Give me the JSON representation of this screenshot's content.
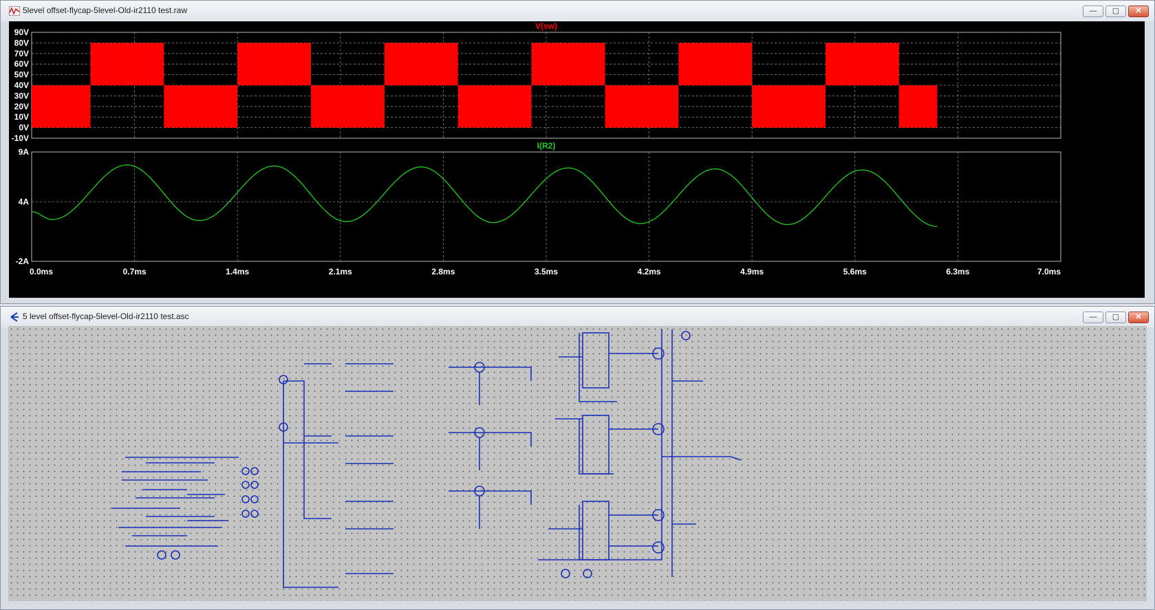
{
  "waveform_window": {
    "title": "5level offset-flycap-5level-Old-ir2110 test.raw",
    "buttons": {
      "minimize": "—",
      "maximize": "▢",
      "close": "✕"
    }
  },
  "schematic_window": {
    "title": "5 level offset-flycap-5level-Old-ir2110 test.asc",
    "buttons": {
      "minimize": "—",
      "maximize": "▢",
      "close": "✕"
    }
  },
  "chart_data": [
    {
      "type": "area",
      "title": "V(sw)",
      "color": "#ff0000",
      "y_ticks": [
        "90V",
        "80V",
        "70V",
        "60V",
        "50V",
        "40V",
        "30V",
        "20V",
        "10V",
        "0V",
        "-10V"
      ],
      "ylim": [
        -10,
        90
      ],
      "xlim": [
        0,
        7.0
      ],
      "x_unit": "ms",
      "grid": true,
      "segments": [
        {
          "start": 0.0,
          "end": 0.4,
          "low": 0,
          "high": 40
        },
        {
          "start": 0.4,
          "end": 0.9,
          "low": 40,
          "high": 80
        },
        {
          "start": 0.9,
          "end": 1.4,
          "low": 0,
          "high": 40
        },
        {
          "start": 1.4,
          "end": 1.9,
          "low": 40,
          "high": 80
        },
        {
          "start": 1.9,
          "end": 2.4,
          "low": 0,
          "high": 40
        },
        {
          "start": 2.4,
          "end": 2.9,
          "low": 40,
          "high": 80
        },
        {
          "start": 2.9,
          "end": 3.4,
          "low": 0,
          "high": 40
        },
        {
          "start": 3.4,
          "end": 3.9,
          "low": 40,
          "high": 80
        },
        {
          "start": 3.9,
          "end": 4.4,
          "low": 0,
          "high": 40
        },
        {
          "start": 4.4,
          "end": 4.9,
          "low": 40,
          "high": 80
        },
        {
          "start": 4.9,
          "end": 5.4,
          "low": 0,
          "high": 40
        },
        {
          "start": 5.4,
          "end": 5.9,
          "low": 40,
          "high": 80
        },
        {
          "start": 5.9,
          "end": 6.16,
          "low": 0,
          "high": 40
        }
      ]
    },
    {
      "type": "line",
      "title": "I(R2)",
      "color": "#22cc22",
      "y_ticks": [
        "9A",
        "4A",
        "-2A"
      ],
      "ylim": [
        -2,
        9
      ],
      "xlim": [
        0,
        7.0
      ],
      "x_ticks": [
        "0.0ms",
        "0.7ms",
        "1.4ms",
        "2.1ms",
        "2.8ms",
        "3.5ms",
        "4.2ms",
        "4.9ms",
        "5.6ms",
        "6.3ms",
        "7.0ms"
      ],
      "grid": true,
      "x": [
        0.0,
        0.14,
        0.65,
        1.14,
        1.65,
        2.14,
        2.65,
        3.14,
        3.65,
        4.14,
        4.65,
        5.14,
        5.65,
        6.16
      ],
      "y": [
        3.0,
        2.2,
        7.7,
        2.1,
        7.6,
        2.0,
        7.5,
        1.9,
        7.4,
        1.8,
        7.3,
        1.7,
        7.2,
        1.5
      ]
    }
  ]
}
